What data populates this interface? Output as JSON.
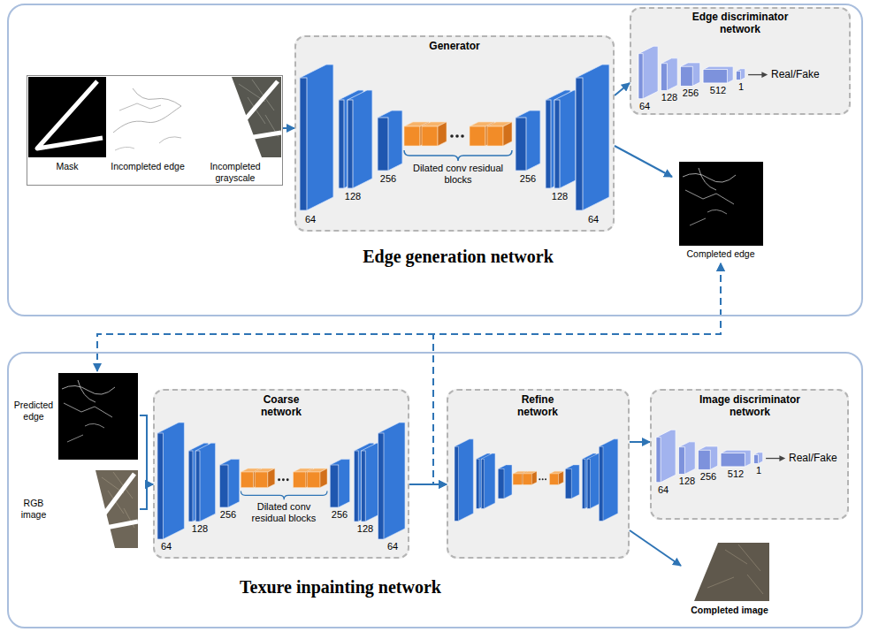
{
  "diagram": {
    "nodes": [
      {
        "text": [
          "Edge generation network"
        ]
      },
      {
        "text": [
          "Mask",
          "Incompleted edge",
          "Incompleted grayscale"
        ],
        "in": 0
      },
      {
        "text": [
          "Generator",
          "64",
          "128",
          "256",
          "Dilated conv residual blocks",
          "256",
          "128",
          "64"
        ],
        "in": 0
      },
      {
        "text": [
          "Edge discriminator network",
          "64",
          "128",
          "256",
          "512",
          "1",
          "Real/Fake"
        ],
        "in": 0
      },
      {
        "text": [
          "Completed edge"
        ],
        "in": 0
      },
      {
        "text": [
          "Texure inpainting network"
        ]
      },
      {
        "text": [
          "Predicted edge"
        ],
        "in": 5
      },
      {
        "text": [
          "RGB image"
        ],
        "in": 5
      },
      {
        "text": [
          "Coarse network",
          "64",
          "128",
          "256",
          "Dilated conv residual blocks",
          "256",
          "128",
          "64"
        ],
        "in": 5
      },
      {
        "text": [
          "Refine network"
        ],
        "in": 5
      },
      {
        "text": [
          "Image discriminator network",
          "128",
          "256",
          "512",
          "1",
          "64",
          "Real/Fake"
        ],
        "in": 5
      },
      {
        "text": [
          "Completed image"
        ],
        "in": 5
      }
    ],
    "edges": [
      {
        "from": 1,
        "to": 2,
        "arrow": "to"
      },
      {
        "from": 2,
        "to": 3,
        "arrow": "to"
      },
      {
        "from": 2,
        "to": 4,
        "arrow": "to"
      },
      {
        "from": 4,
        "to": 6,
        "arrow": "both"
      },
      {
        "from": 4,
        "to": 9,
        "arrow": "both"
      },
      {
        "from": 6,
        "to": 8,
        "arrow": "to"
      },
      {
        "from": 7,
        "to": 8,
        "arrow": "to"
      },
      {
        "from": 8,
        "to": 9,
        "arrow": "to"
      },
      {
        "from": 9,
        "to": 10,
        "arrow": "to"
      },
      {
        "from": 9,
        "to": 11,
        "arrow": "to"
      }
    ]
  }
}
